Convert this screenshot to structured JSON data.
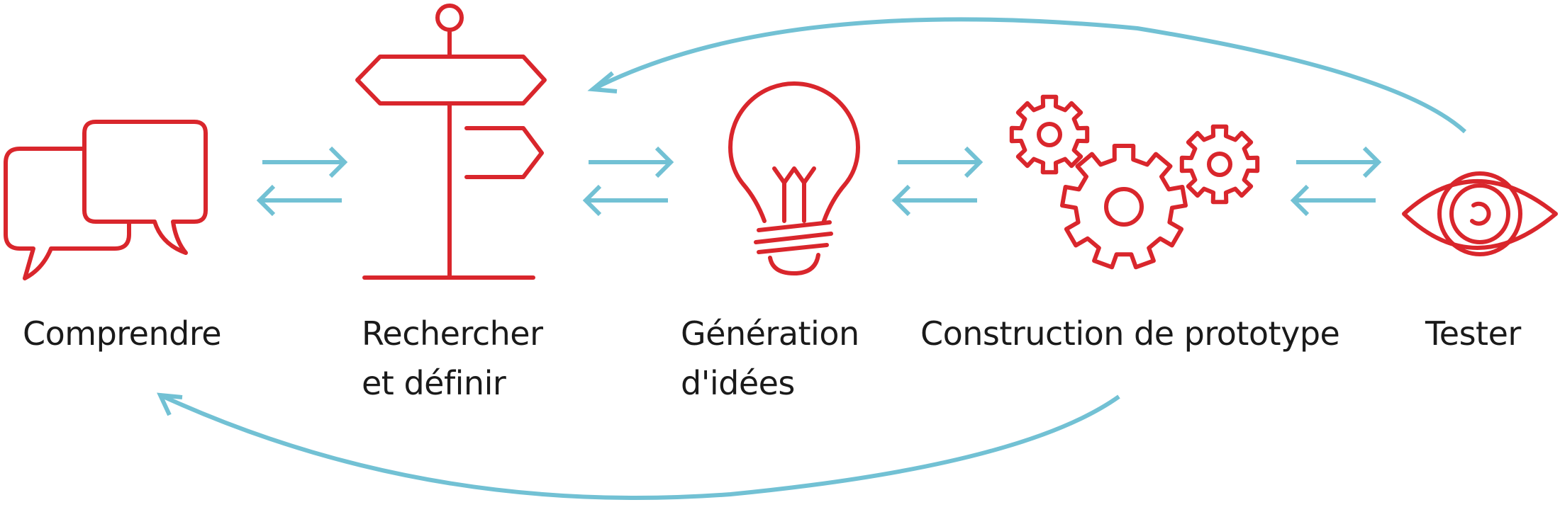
{
  "colors": {
    "icon": "#d9262c",
    "arrow": "#72c1d4",
    "text": "#1a1a1a"
  },
  "steps": [
    {
      "id": "comprendre",
      "icon": "speech-bubbles-icon",
      "label_lines": [
        "Comprendre"
      ]
    },
    {
      "id": "rechercher",
      "icon": "signpost-icon",
      "label_lines": [
        "Rechercher",
        "et définir"
      ]
    },
    {
      "id": "generation",
      "icon": "lightbulb-icon",
      "label_lines": [
        "Génération",
        "d'idées"
      ]
    },
    {
      "id": "construction",
      "icon": "gears-icon",
      "label_lines": [
        "Construction de prototype"
      ]
    },
    {
      "id": "tester",
      "icon": "eye-icon",
      "label_lines": [
        "Tester"
      ]
    }
  ],
  "connections": [
    {
      "from": "comprendre",
      "to": "rechercher",
      "type": "bidirectional"
    },
    {
      "from": "rechercher",
      "to": "generation",
      "type": "bidirectional"
    },
    {
      "from": "generation",
      "to": "construction",
      "type": "bidirectional"
    },
    {
      "from": "construction",
      "to": "tester",
      "type": "bidirectional"
    },
    {
      "from": "tester",
      "to": "rechercher",
      "type": "feedback-loop"
    },
    {
      "from": "construction",
      "to": "comprendre",
      "type": "feedback-loop"
    }
  ]
}
